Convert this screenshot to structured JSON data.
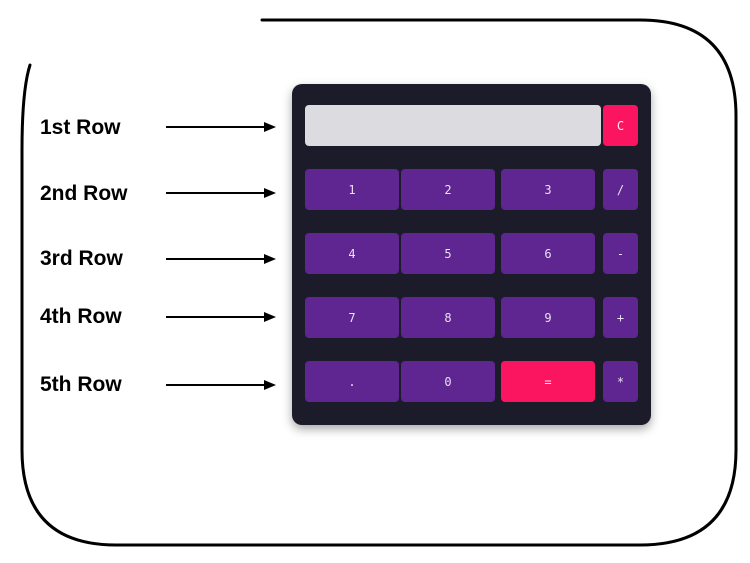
{
  "labels": {
    "row1": "1st Row",
    "row2": "2nd Row",
    "row3": "3rd Row",
    "row4": "4th Row",
    "row5": "5th Row"
  },
  "calculator": {
    "display_value": "",
    "clear": "C",
    "rows": [
      [
        "1",
        "2",
        "3",
        "/"
      ],
      [
        "4",
        "5",
        "6",
        "-"
      ],
      [
        "7",
        "8",
        "9",
        "+"
      ],
      [
        ".",
        "0",
        "=",
        "*"
      ]
    ]
  },
  "colors": {
    "body": "#1c1b29",
    "display": "#dcdbe0",
    "key": "#5f2590",
    "accent": "#fb1560",
    "label_text": "#000000"
  }
}
